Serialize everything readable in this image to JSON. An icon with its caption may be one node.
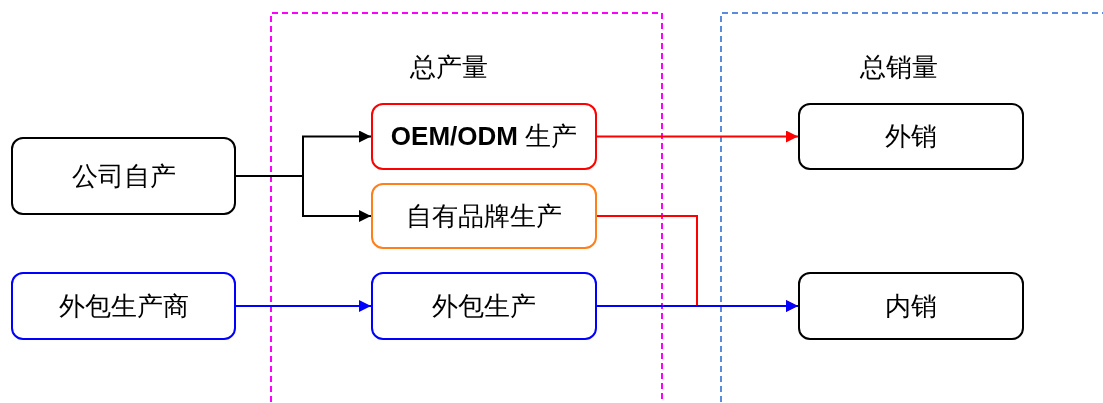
{
  "diagram": {
    "nodes": [
      {
        "text": [
          "公司自产"
        ]
      },
      {
        "text": [
          "外包生产商"
        ]
      },
      {
        "text": [
          "总产量"
        ]
      },
      {
        "text": [
          "**OEM/ODM** 生产"
        ],
        "in": 2
      },
      {
        "text": [
          "自有品牌生产"
        ],
        "in": 2
      },
      {
        "text": [
          "外包生产"
        ],
        "in": 2
      },
      {
        "text": [
          "总销量"
        ]
      },
      {
        "text": [
          "外销"
        ],
        "in": 6
      },
      {
        "text": [
          "内销"
        ],
        "in": 6
      }
    ],
    "edges": [
      {
        "from": 0,
        "to": 3,
        "arrow": "to"
      },
      {
        "from": 0,
        "to": 4,
        "arrow": "to"
      },
      {
        "from": 1,
        "to": 5,
        "arrow": "to",
        "color": "#0000ff"
      },
      {
        "from": 3,
        "to": 7,
        "arrow": "to",
        "color": "#ff0000"
      },
      {
        "from": 4,
        "to": 8,
        "arrow": "to",
        "color": "#ff0000"
      },
      {
        "from": 5,
        "to": 8,
        "arrow": "to",
        "color": "#0000ff"
      }
    ]
  }
}
